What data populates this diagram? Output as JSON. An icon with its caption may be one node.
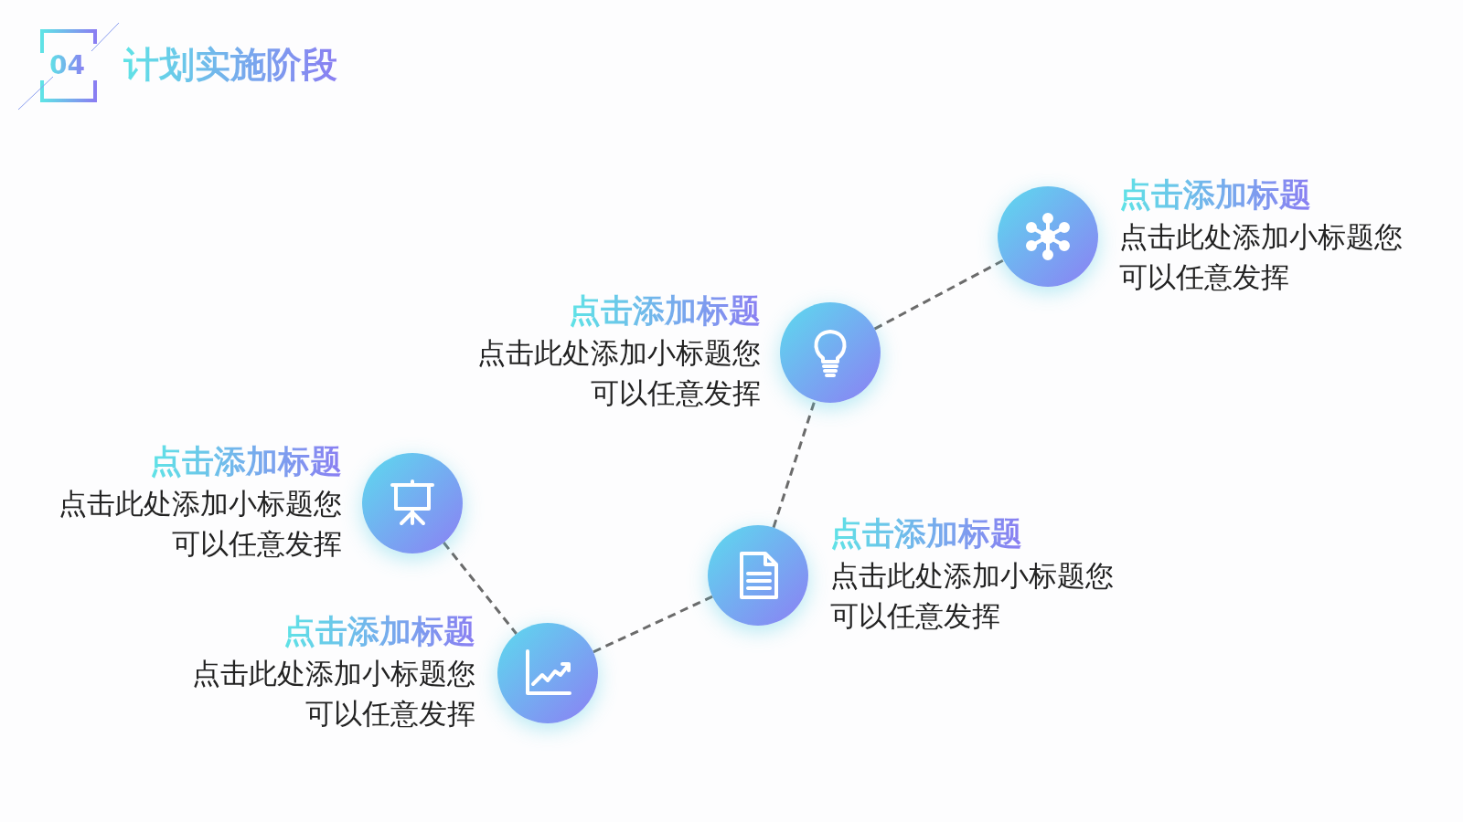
{
  "diagram": {
    "title": "计划实施阶段",
    "nodes": [
      {
        "text": [],
        "shape": "circle",
        "beside": [
          "点击添加标题",
          "点击此处添加小标题您可以任意发挥"
        ]
      },
      {
        "text": [],
        "shape": "circle",
        "beside": [
          "点击添加标题",
          "点击此处添加小标题您可以任意发挥"
        ]
      },
      {
        "text": [],
        "shape": "circle",
        "beside": [
          "点击添加标题",
          "点击此处添加小标题您可以任意发挥"
        ]
      },
      {
        "text": [],
        "shape": "circle",
        "beside": [
          "点击添加标题",
          "点击此处添加小标题您可以任意发挥"
        ]
      },
      {
        "text": [],
        "shape": "circle",
        "beside": [
          "点击添加标题",
          "点击此处添加小标题您可以任意发挥"
        ]
      }
    ],
    "edges": [
      {
        "from": 0,
        "to": 1,
        "arrow": "none",
        "style": "dashed"
      },
      {
        "from": 1,
        "to": 2,
        "arrow": "none",
        "style": "dashed"
      },
      {
        "from": 2,
        "to": 3,
        "arrow": "none",
        "style": "dashed"
      },
      {
        "from": 3,
        "to": 4,
        "arrow": "none",
        "style": "dashed"
      }
    ],
    "labels": [
      "04"
    ]
  }
}
